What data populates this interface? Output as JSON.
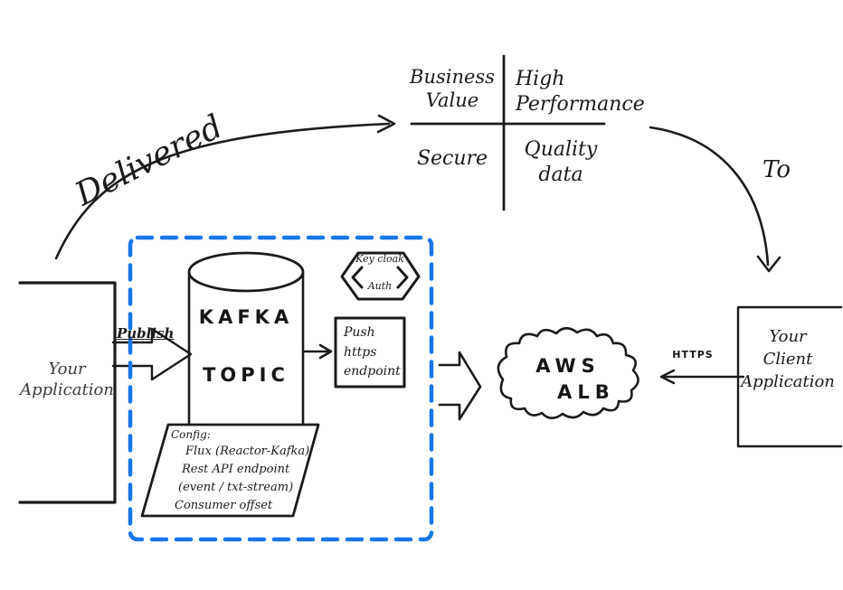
{
  "palette": {
    "ink": "#1b1b1b",
    "boundary_blue": "#1777e8",
    "background": "#ffffff"
  },
  "top": {
    "delivered_label": "Delivered",
    "to_label": "To",
    "quadrant": {
      "top_left": "Business\nValue",
      "top_right": "High\nPerformance",
      "bottom_left": "Secure",
      "bottom_right": "Quality\ndata"
    }
  },
  "left_app": {
    "label": "Your\nApplication"
  },
  "publish": {
    "label": "Publish"
  },
  "kafka": {
    "line1": "KAFKA",
    "line2": "TOPIC"
  },
  "keycloak": {
    "line1": "Key cloak",
    "line2": "Auth"
  },
  "push_endpoint": {
    "label": "Push\nhttps\nendpoint"
  },
  "config": {
    "title": "Config:",
    "lines": [
      "Flux (Reactor-Kafka)",
      "Rest API endpoint",
      "(event / txt-stream)",
      "Consumer offset"
    ]
  },
  "cloud": {
    "line1": "AWS",
    "line2": "ALB"
  },
  "https": {
    "label": "HTTPS"
  },
  "client_app": {
    "label": "Your\nClient\nApplication"
  }
}
